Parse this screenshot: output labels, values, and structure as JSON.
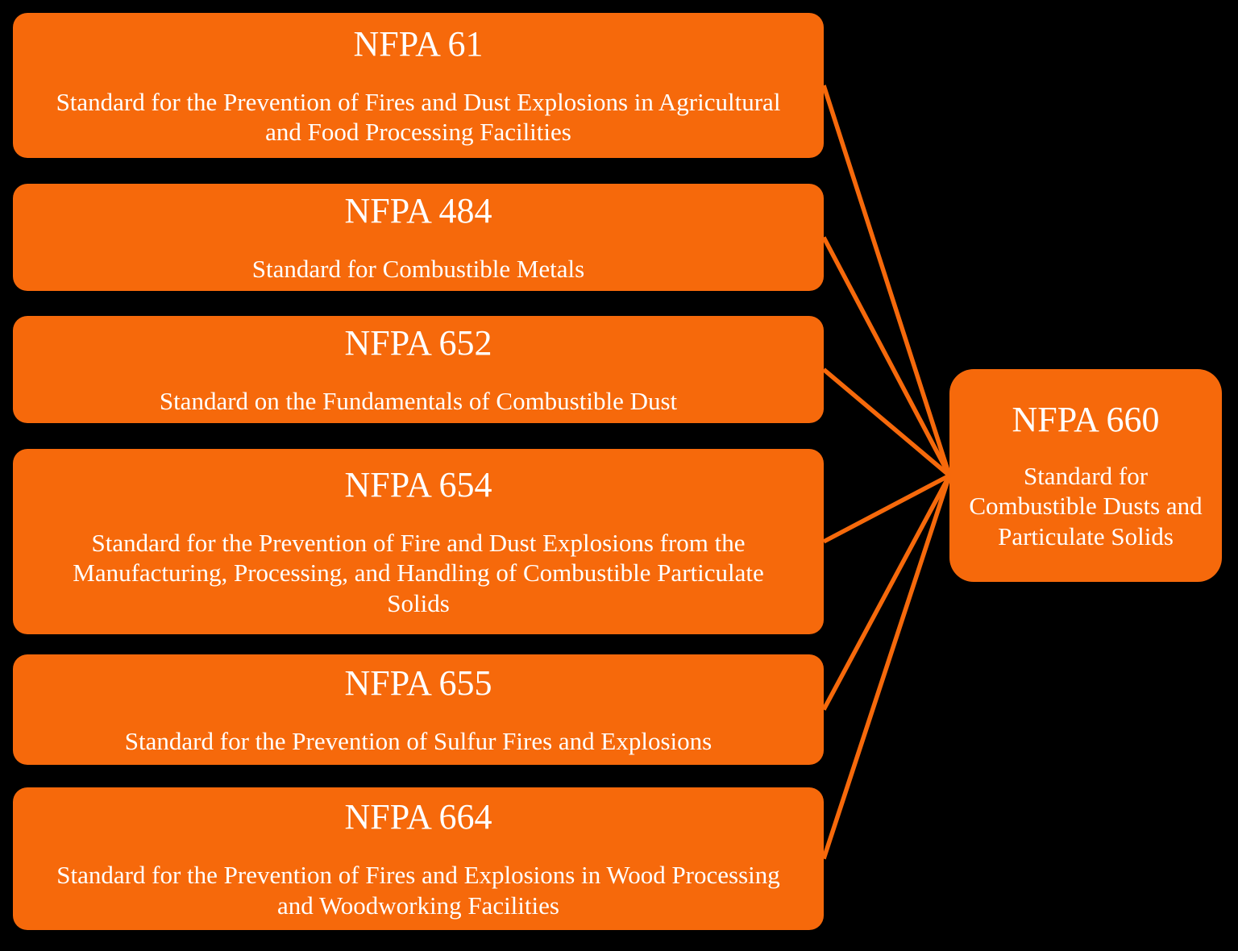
{
  "diagram": {
    "background_color": "#000000",
    "node_fill_color": "#F6690B",
    "node_text_color": "#FFFFFF",
    "connector_color": "#F6690B",
    "connector_width": 5.5,
    "source_boxes": [
      {
        "id": "nfpa-61",
        "title": "NFPA 61",
        "description": "Standard for the Prevention of Fires and Dust Explosions in Agricultural and Food Processing Facilities"
      },
      {
        "id": "nfpa-484",
        "title": "NFPA 484",
        "description": "Standard for Combustible Metals"
      },
      {
        "id": "nfpa-652",
        "title": "NFPA 652",
        "description": "Standard on the Fundamentals of Combustible Dust"
      },
      {
        "id": "nfpa-654",
        "title": "NFPA 654",
        "description": "Standard for the Prevention of Fire and Dust Explosions from the Manufacturing, Processing, and Handling of Combustible Particulate Solids"
      },
      {
        "id": "nfpa-655",
        "title": "NFPA 655",
        "description": "Standard for the Prevention of Sulfur Fires and Explosions"
      },
      {
        "id": "nfpa-664",
        "title": "NFPA 664",
        "description": "Standard for the Prevention of Fires and Explosions in Wood Processing and Woodworking Facilities"
      }
    ],
    "target_box": {
      "id": "nfpa-660",
      "title": "NFPA 660",
      "description": "Standard for Combustible Dusts and Particulate Solids"
    },
    "connections": [
      {
        "from": "nfpa-61",
        "to": "nfpa-660"
      },
      {
        "from": "nfpa-484",
        "to": "nfpa-660"
      },
      {
        "from": "nfpa-652",
        "to": "nfpa-660"
      },
      {
        "from": "nfpa-654",
        "to": "nfpa-660"
      },
      {
        "from": "nfpa-655",
        "to": "nfpa-660"
      },
      {
        "from": "nfpa-664",
        "to": "nfpa-660"
      }
    ]
  }
}
